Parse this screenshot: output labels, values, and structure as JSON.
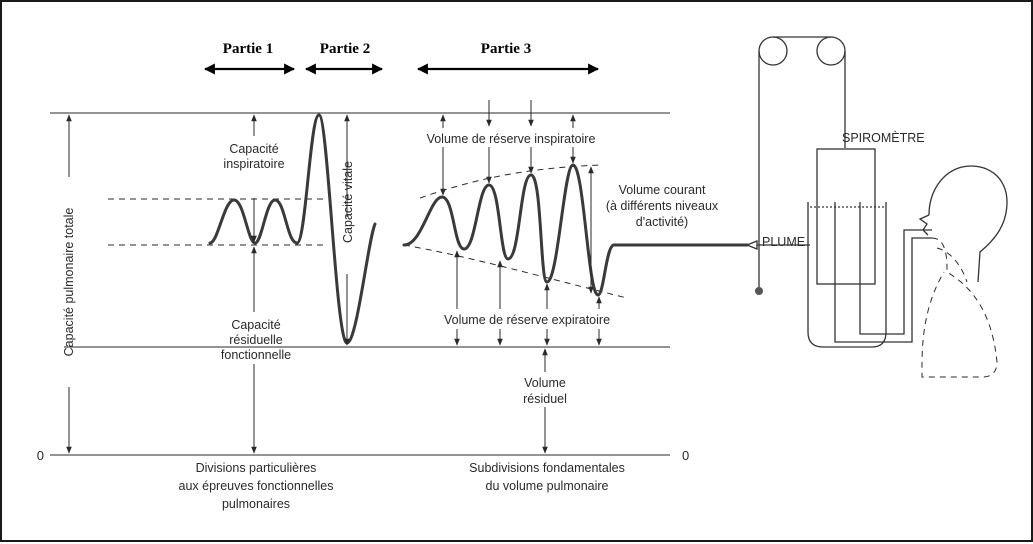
{
  "parts": {
    "p1": "Partie 1",
    "p2": "Partie 2",
    "p3": "Partie 3"
  },
  "axis": {
    "total_capacity": "Capacité pulmonaire totale",
    "zero_left": "0",
    "zero_right": "0"
  },
  "labels": {
    "inspiratory_capacity_1": "Capacité",
    "inspiratory_capacity_2": "inspiratoire",
    "vital_capacity": "Capacité vitale",
    "frc_1": "Capacité",
    "frc_2": "résiduelle",
    "frc_3": "fonctionnelle",
    "irv": "Volume de réserve inspiratoire",
    "tidal_1": "Volume courant",
    "tidal_2": "(à différents niveaux",
    "tidal_3": "d'activité)",
    "erv": "Volume de réserve expiratoire",
    "residual_1": "Volume",
    "residual_2": "résiduel",
    "spirometer": "SPIROMÈTRE",
    "pen": "PLUME"
  },
  "captions": {
    "left_1": "Divisions particulières",
    "left_2": "aux épreuves fonctionnelles",
    "left_3": "pulmonaires",
    "right_1": "Subdivisions fondamentales",
    "right_2": "du volume pulmonaire"
  }
}
